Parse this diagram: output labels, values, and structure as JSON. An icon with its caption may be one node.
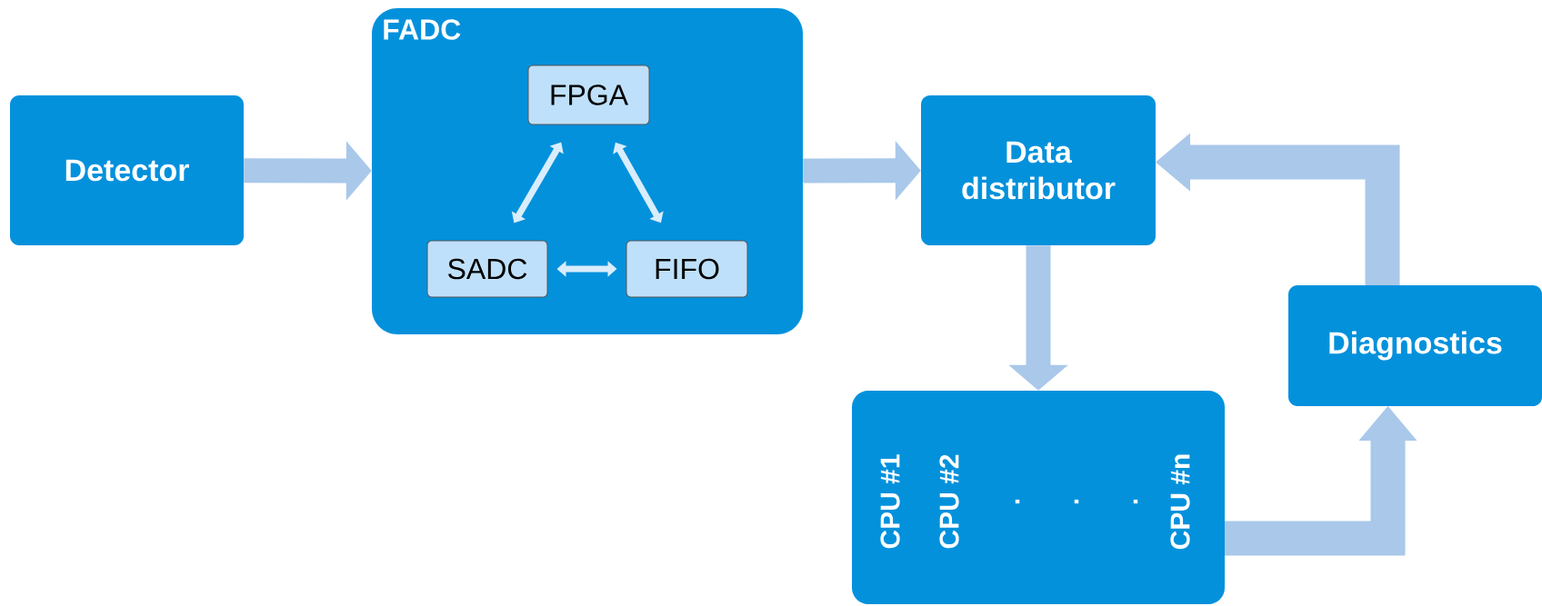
{
  "diagram": {
    "nodes": [
      {
        "text": [
          "Detector"
        ]
      },
      {
        "text": [
          "FADC"
        ]
      },
      {
        "text": [
          "FPGA"
        ],
        "in": 1
      },
      {
        "text": [
          "SADC"
        ],
        "in": 1
      },
      {
        "text": [
          "FIFO"
        ],
        "in": 1
      },
      {
        "text": [
          "Data distributor"
        ]
      },
      {
        "text": [
          "Diagnostics"
        ]
      },
      {
        "text": [
          "CPU #1",
          "CPU #2",
          ".",
          ".",
          ".",
          "CPU #n"
        ]
      }
    ],
    "edges": [
      {
        "from": 0,
        "to": 1,
        "arrow": "to",
        "style": "thick"
      },
      {
        "from": 2,
        "to": 3,
        "arrow": "both",
        "color": "#d9edfc"
      },
      {
        "from": 2,
        "to": 4,
        "arrow": "both",
        "color": "#d9edfc"
      },
      {
        "from": 3,
        "to": 4,
        "arrow": "both",
        "color": "#d9edfc"
      },
      {
        "from": 1,
        "to": 5,
        "arrow": "to",
        "style": "thick"
      },
      {
        "from": 5,
        "to": 7,
        "arrow": "to",
        "style": "thick"
      },
      {
        "from": 7,
        "to": 6,
        "arrow": "to",
        "style": "thick"
      },
      {
        "from": 6,
        "to": 5,
        "arrow": "to",
        "style": "thick"
      }
    ]
  }
}
